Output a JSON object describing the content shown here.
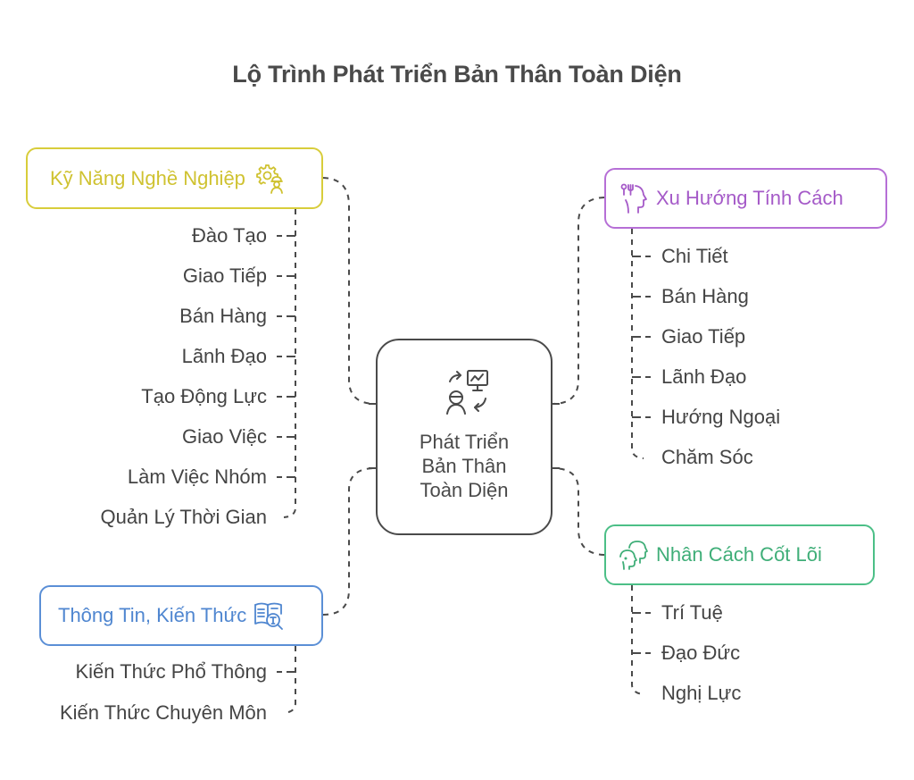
{
  "title": "Lộ Trình Phát Triển Bản Thân Toàn Diện",
  "center": {
    "label_lines": [
      "Phát Triển",
      "Bản Thân",
      "Toàn Diện"
    ],
    "icon": "personal-growth-icon",
    "border_color": "#4a4a4a"
  },
  "branches": {
    "career_skills": {
      "label": "Kỹ Năng Nghề Nghiệp",
      "icon": "gear-worker-icon",
      "color": "#d8cd3b",
      "items": [
        "Đào Tạo",
        "Giao Tiếp",
        "Bán Hàng",
        "Lãnh Đạo",
        "Tạo Động Lực",
        "Giao Việc",
        "Làm Việc Nhóm",
        "Quản Lý Thời Gian"
      ]
    },
    "personality_tendency": {
      "label": "Xu Hướng Tính Cách",
      "icon": "head-preferences-icon",
      "color": "#b66fd6",
      "items": [
        "Chi Tiết",
        "Bán Hàng",
        "Giao Tiếp",
        "Lãnh Đạo",
        "Hướng Ngoại",
        "Chăm Sóc"
      ]
    },
    "core_character": {
      "label": "Nhân Cách Cốt Lõi",
      "icon": "two-heads-icon",
      "color": "#4cbf87",
      "items": [
        "Trí Tuệ",
        "Đạo Đức",
        "Nghị Lực"
      ]
    },
    "knowledge": {
      "label": "Thông Tin, Kiến Thức",
      "icon": "book-search-icon",
      "color": "#5b8fd6",
      "items": [
        "Kiến Thức Phổ Thông",
        "Kiến Thức Chuyên Môn"
      ]
    }
  }
}
